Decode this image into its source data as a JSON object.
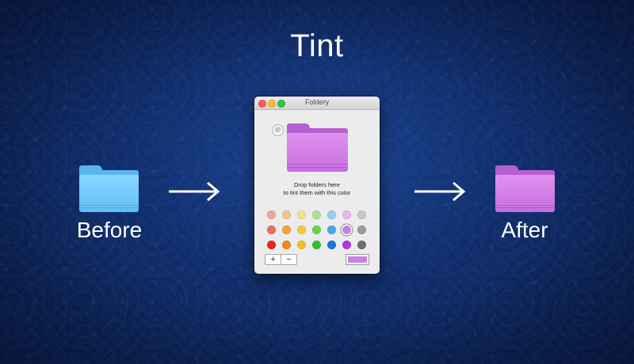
{
  "heading": "Tint",
  "before_label": "Before",
  "after_label": "After",
  "window": {
    "title": "Foldery",
    "drop_text_line1": "Drop folders here",
    "drop_text_line2": "to tint them with this color",
    "remove_icon": "⊗",
    "add_label": "+",
    "remove_label": "−",
    "selected_color": "#c882e4"
  },
  "palette": [
    [
      "#f3a3a0",
      "#f6c08f",
      "#f6e18e",
      "#a9e38f",
      "#96cdf3",
      "#eab4f3",
      "#c8c8c8"
    ],
    [
      "#ee6b5f",
      "#f2a23b",
      "#f4cc35",
      "#67d24f",
      "#4ba8e6",
      "#c882e4",
      "#9a9a9a"
    ],
    [
      "#e8271b",
      "#f08a1c",
      "#f3c01b",
      "#2fc22e",
      "#1a78db",
      "#b335e1",
      "#6d6d6d"
    ]
  ],
  "selected_swatch": {
    "row": 1,
    "col": 5
  },
  "colors": {
    "before_folder": "#6cc5f9",
    "after_folder": "#d07ee7",
    "arrow": "#ffffff"
  }
}
